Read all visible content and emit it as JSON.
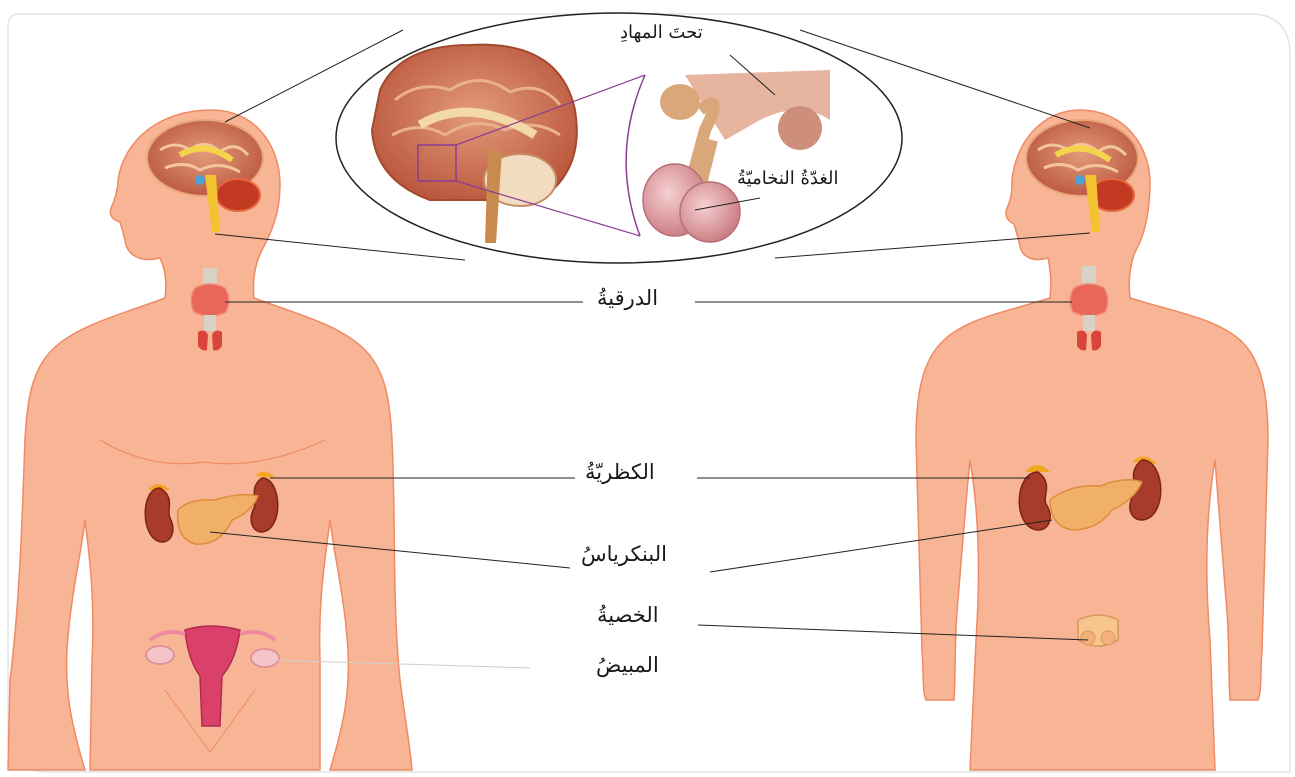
{
  "colors": {
    "skin": "#f8b596",
    "skin_outline": "#ef8a63",
    "background": "#ffffff",
    "leader_line": "#222222",
    "zoom_line": "#8b3d94",
    "thyroid": "#e9675a",
    "kidney": "#a83b2a",
    "adrenal": "#f2a623",
    "pancreas": "#f1b068",
    "uterus": "#d9416a",
    "ovary": "#f4c4c9",
    "testis": "#f7c68e",
    "pituitary": "#e8a3a8",
    "brain": "#c96a4e"
  },
  "icons": [
    "female-body-icon",
    "male-body-icon",
    "brain-icon",
    "pituitary-gland-icon",
    "thyroid-icon",
    "adrenal-gland-icon",
    "kidney-icon",
    "pancreas-icon",
    "uterus-icon",
    "ovary-icon",
    "testis-icon"
  ],
  "labels": {
    "hypothalamus": "تحتَ المهادِ",
    "pituitary": "الغدّةُ النخاميّةُ",
    "thyroid": "الدرقيةُ",
    "adrenal": "الكظريّةُ",
    "pancreas": "البنكرياسُ",
    "testis": "الخصيةُ",
    "ovary": "المبيضُ"
  }
}
